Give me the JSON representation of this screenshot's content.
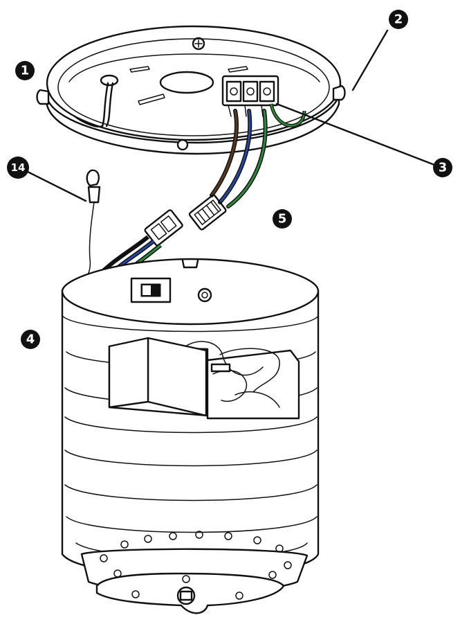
{
  "callouts": {
    "c1": "1",
    "c2": "2",
    "c3": "3",
    "c4": "4",
    "c5": "5",
    "c14": "14"
  },
  "colors": {
    "ink": "#111111",
    "wire_green": "#2e8a3a",
    "wire_blue": "#27469c",
    "wire_brown": "#5a3a1c"
  }
}
